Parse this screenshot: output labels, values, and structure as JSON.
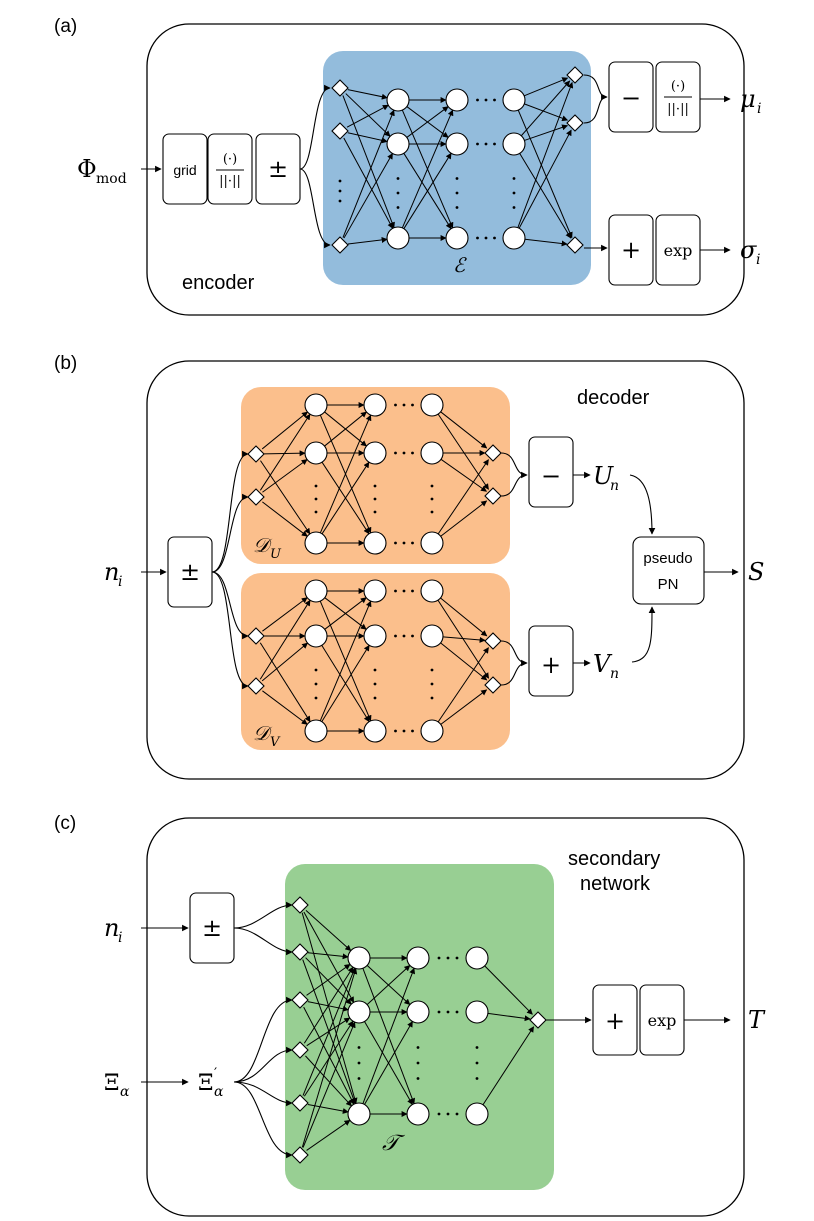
{
  "panels": [
    {
      "label": "(a)",
      "title": "encoder",
      "input": "Φ",
      "input_sub": "mod",
      "blocks": [
        "grid",
        "(·)",
        "||·||",
        "±"
      ],
      "network_symbol": "ℰ",
      "branches": [
        {
          "ops": [
            "−",
            "(·)",
            "||·||"
          ],
          "output": "μ",
          "output_sub": "i"
        },
        {
          "ops": [
            "+",
            "exp"
          ],
          "output": "σ",
          "output_sub": "i"
        }
      ],
      "colors": {
        "network": "#93bcdc"
      }
    },
    {
      "label": "(b)",
      "title": "decoder",
      "input": "n",
      "input_sub": "i",
      "block": "±",
      "networks": [
        {
          "symbol": "𝒟",
          "sub": "U",
          "op": "−",
          "output": "U",
          "output_sub": "n"
        },
        {
          "symbol": "𝒟",
          "sub": "V",
          "op": "+",
          "output": "V",
          "output_sub": "n"
        }
      ],
      "combiner": [
        "pseudo",
        "PN"
      ],
      "output": "S",
      "colors": {
        "network": "#fbbf8c"
      }
    },
    {
      "label": "(c)",
      "title_lines": [
        "secondary",
        "network"
      ],
      "input1": "n",
      "input1_sub": "i",
      "block": "±",
      "input2": "Ξ",
      "input2_sub": "α",
      "input2_transformed": "Ξ",
      "input2_transformed_sub": "α",
      "input2_transformed_prime": "′",
      "network_symbol": "𝒯",
      "ops": [
        "+",
        "exp"
      ],
      "output": "T",
      "colors": {
        "network": "#98cf93"
      }
    }
  ],
  "ellipsis": "· · ·",
  "vdots": "⋮"
}
